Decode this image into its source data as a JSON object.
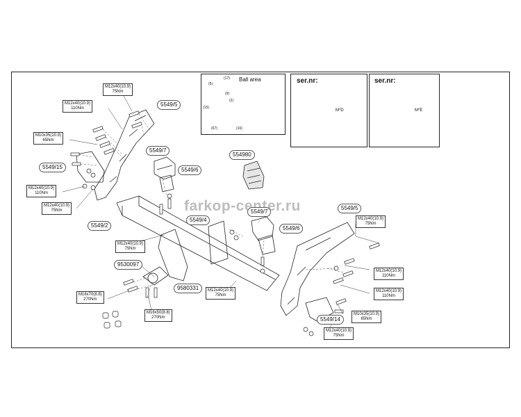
{
  "watermark": "farkop-center.ru",
  "ball_area": {
    "title": "Ball area",
    "dims": [
      "(17)",
      "(5)",
      "(9)",
      "(2)",
      "(15)",
      "(67)",
      "(16)"
    ]
  },
  "serial_left": {
    "title": "ser.nr:",
    "mark": "M*D"
  },
  "serial_right": {
    "title": "ser.nr:",
    "mark": "M*E"
  },
  "part_numbers": {
    "p5549_5_top": "5549/5",
    "p5549_7_left": "5549/7",
    "p5549_6_left": "5549/6",
    "p5549_15": "5549/15",
    "p554980": "554980",
    "p5549_2": "5549/2",
    "p5549_4": "5549/4",
    "p5549_7_right": "5549/7",
    "p5549_6_right": "5549/6",
    "p5549_5_right": "5549/5",
    "p9530097": "9530097",
    "p9580331": "9580331",
    "p5549_14": "5549/14"
  },
  "specs": {
    "s_top75": {
      "bolt": "M12x40(10.9)",
      "torque": "75Nm"
    },
    "s_top110": {
      "bolt": "M12x40(10.9)",
      "torque": "110Nm"
    },
    "s_m10_left": {
      "bolt": "M10x35(10.9)",
      "torque": "65Nm"
    },
    "s_left110": {
      "bolt": "M12x40(10.9)",
      "torque": "110Nm"
    },
    "s_left75": {
      "bolt": "M12x40(10.9)",
      "torque": "75Nm"
    },
    "s_center75": {
      "bolt": "M12x40(10.9)",
      "torque": "75Nm"
    },
    "s_m16x70": {
      "bolt": "M16x70(8.8)",
      "torque": "270Nm"
    },
    "s_m16x50": {
      "bolt": "M16x50(8.8)",
      "torque": "270Nm"
    },
    "s_bottom75": {
      "bolt": "M12x40(10.9)",
      "torque": "75Nm"
    },
    "s_right75_top": {
      "bolt": "M12x40(10.9)",
      "torque": "75Nm"
    },
    "s_right110_a": {
      "bolt": "M12x40(10.9)",
      "torque": "110Nm"
    },
    "s_right110_b": {
      "bolt": "M12x40(10.9)",
      "torque": "110Nm"
    },
    "s_m10_right": {
      "bolt": "M10x35(10.9)",
      "torque": "65Nm"
    },
    "s_right75_bottom": {
      "bolt": "M12x40(10.9)",
      "torque": "75Nm"
    }
  }
}
